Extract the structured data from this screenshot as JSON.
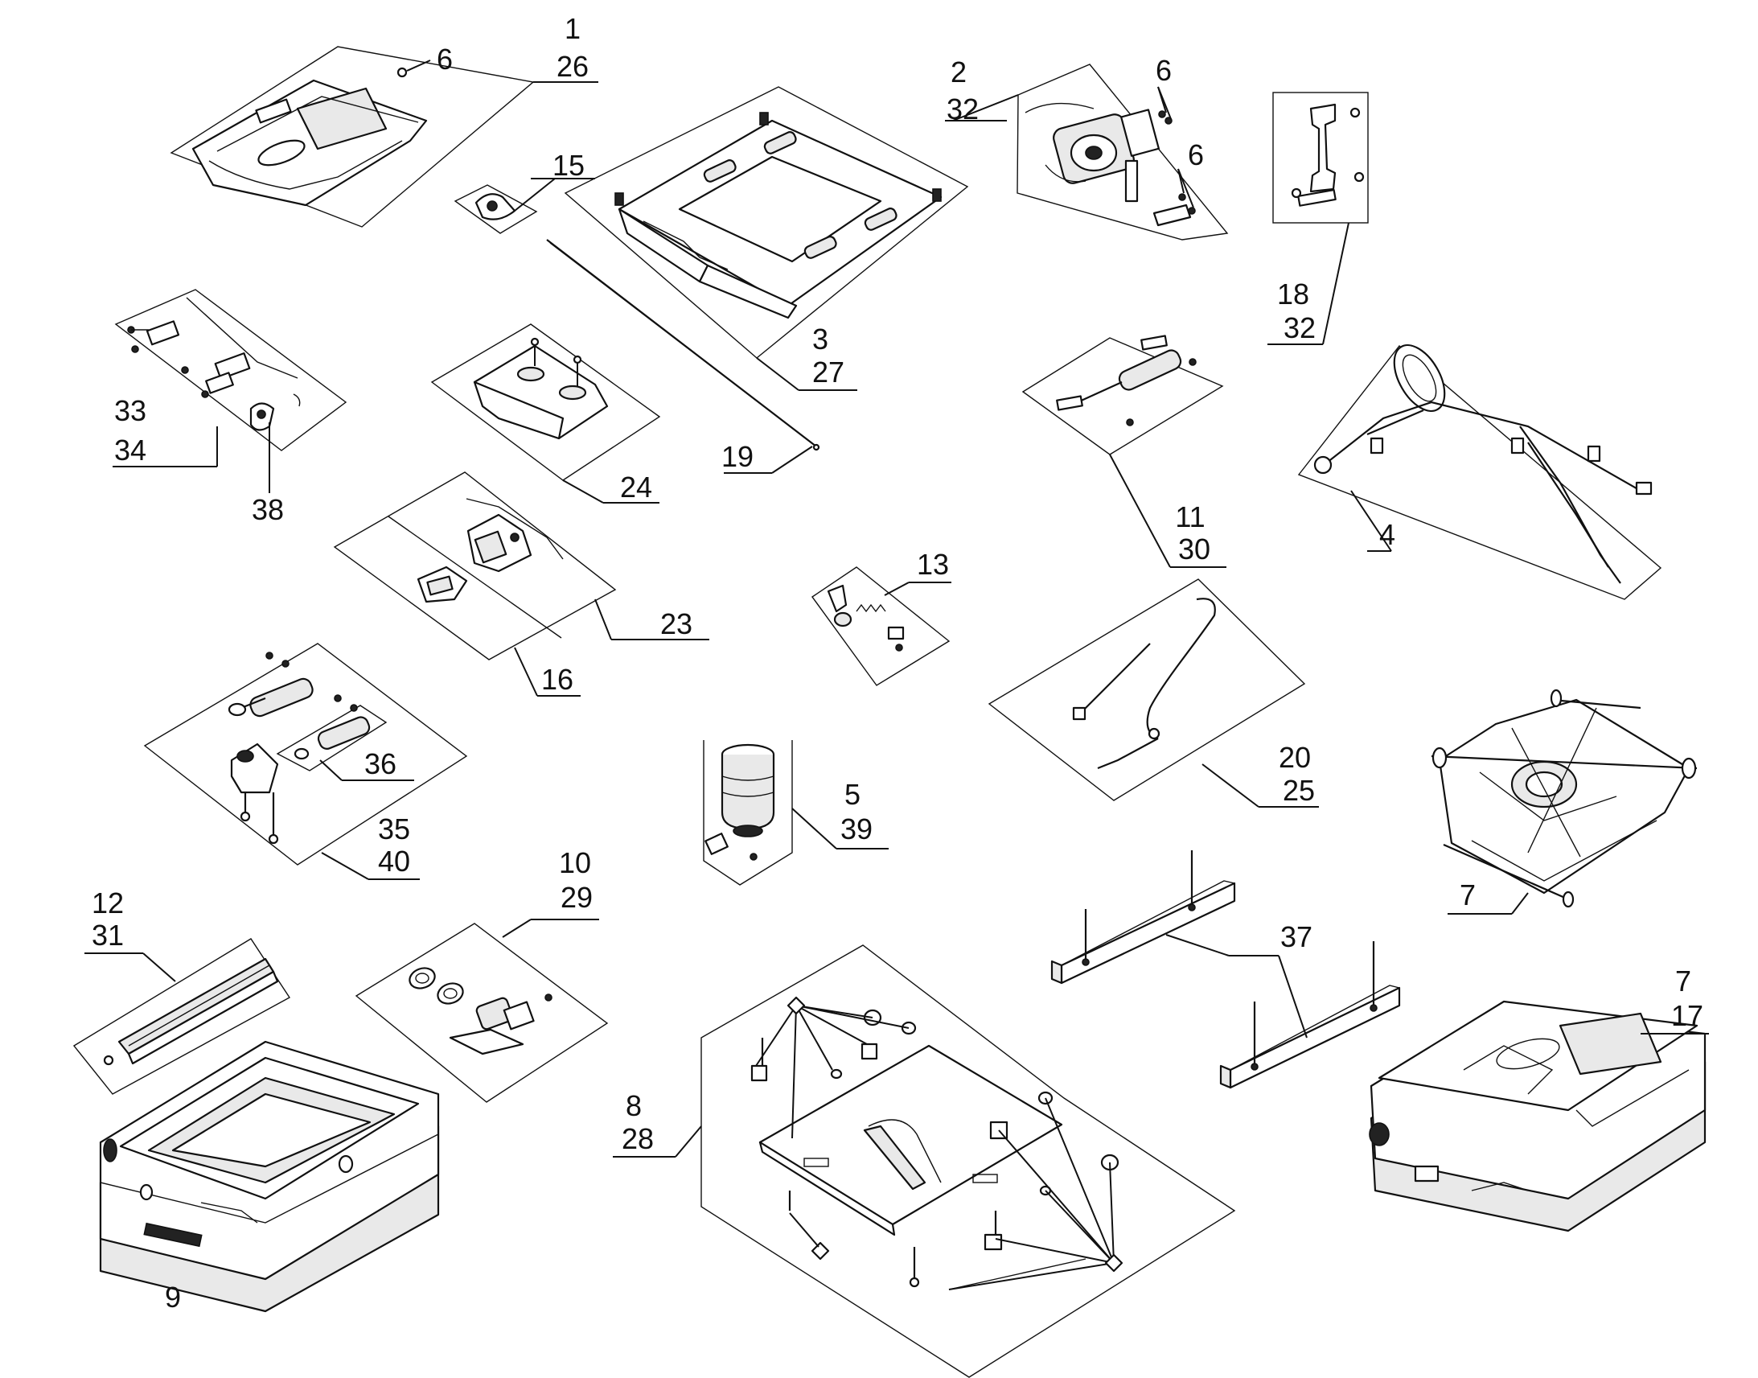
{
  "callouts": [
    {
      "id": "c1",
      "lines": [
        "1",
        "26"
      ]
    },
    {
      "id": "c6a",
      "lines": [
        "6"
      ]
    },
    {
      "id": "c2",
      "lines": [
        "2",
        "32"
      ]
    },
    {
      "id": "c6b",
      "lines": [
        "6"
      ]
    },
    {
      "id": "c6c",
      "lines": [
        "6"
      ]
    },
    {
      "id": "c18",
      "lines": [
        "18",
        "32"
      ]
    },
    {
      "id": "c15",
      "lines": [
        "15"
      ]
    },
    {
      "id": "c3",
      "lines": [
        "3",
        "27"
      ]
    },
    {
      "id": "c33",
      "lines": [
        "33",
        "34"
      ]
    },
    {
      "id": "c38",
      "lines": [
        "38"
      ]
    },
    {
      "id": "c24",
      "lines": [
        "24"
      ]
    },
    {
      "id": "c19",
      "lines": [
        "19"
      ]
    },
    {
      "id": "c11",
      "lines": [
        "11",
        "30"
      ]
    },
    {
      "id": "c4",
      "lines": [
        "4"
      ]
    },
    {
      "id": "c13",
      "lines": [
        "13"
      ]
    },
    {
      "id": "c23",
      "lines": [
        "23"
      ]
    },
    {
      "id": "c16",
      "lines": [
        "16"
      ]
    },
    {
      "id": "c20",
      "lines": [
        "20",
        "25"
      ]
    },
    {
      "id": "c36",
      "lines": [
        "36"
      ]
    },
    {
      "id": "c5",
      "lines": [
        "5",
        "39"
      ]
    },
    {
      "id": "c35",
      "lines": [
        "35",
        "40"
      ]
    },
    {
      "id": "c7a",
      "lines": [
        "7"
      ]
    },
    {
      "id": "c10",
      "lines": [
        "10",
        "29"
      ]
    },
    {
      "id": "c12",
      "lines": [
        "12",
        "31"
      ]
    },
    {
      "id": "c37",
      "lines": [
        "37"
      ]
    },
    {
      "id": "c7b",
      "lines": [
        "7",
        "17"
      ]
    },
    {
      "id": "c8",
      "lines": [
        "8",
        "28"
      ]
    },
    {
      "id": "c9",
      "lines": [
        "9"
      ]
    }
  ]
}
